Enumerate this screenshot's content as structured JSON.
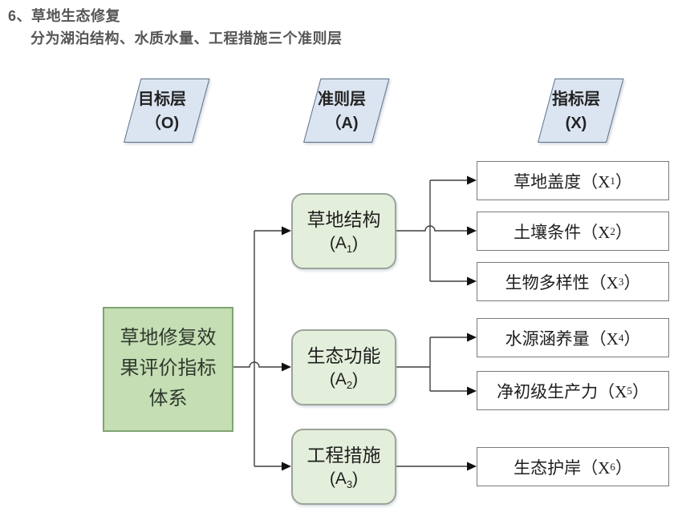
{
  "title": "6、草地生态修复",
  "subtitle": "分为湖泊结构、水质水量、工程措施三个准则层",
  "headers": [
    {
      "line1": "目标层",
      "line2": "（O)"
    },
    {
      "line1": "准则层",
      "line2": "（A)"
    },
    {
      "line1": "指标层",
      "line2": "(X)"
    }
  ],
  "goal": {
    "line1": "草地修复效",
    "line2": "果评价指标",
    "line3": "体系"
  },
  "criteria": [
    {
      "name": "草地结构",
      "code_pre": "(A",
      "code_sub": "1",
      "code_post": ")"
    },
    {
      "name": "生态功能",
      "code_pre": "(A",
      "code_sub": "2",
      "code_post": ")"
    },
    {
      "name": "工程措施",
      "code_pre": "(A",
      "code_sub": "3",
      "code_post": ")"
    }
  ],
  "indicators": [
    {
      "pre": "草地盖度（X",
      "sub": "1",
      "post": "）"
    },
    {
      "pre": "土壤条件（X",
      "sub": "2",
      "post": "）"
    },
    {
      "pre": "生物多样性（X",
      "sub": "3",
      "post": "）"
    },
    {
      "pre": "水源涵养量（X",
      "sub": "4",
      "post": "）"
    },
    {
      "pre": "净初级生产力（X",
      "sub": "5",
      "post": "）"
    },
    {
      "pre": "生态护岸（X",
      "sub": "6",
      "post": "）"
    }
  ],
  "colors": {
    "header_fill": "#dbe5f1",
    "header_border": "#5b7088",
    "goal_fill": "#c5deb4",
    "goal_border": "#7fa471",
    "criteria_fill": "#e4efdb",
    "criteria_border": "#9ba49b",
    "indicator_fill": "#ffffff",
    "indicator_border": "#7a7a7a",
    "line": "#3f3f3f",
    "arrow": "#111111",
    "title_text": "#565656"
  }
}
